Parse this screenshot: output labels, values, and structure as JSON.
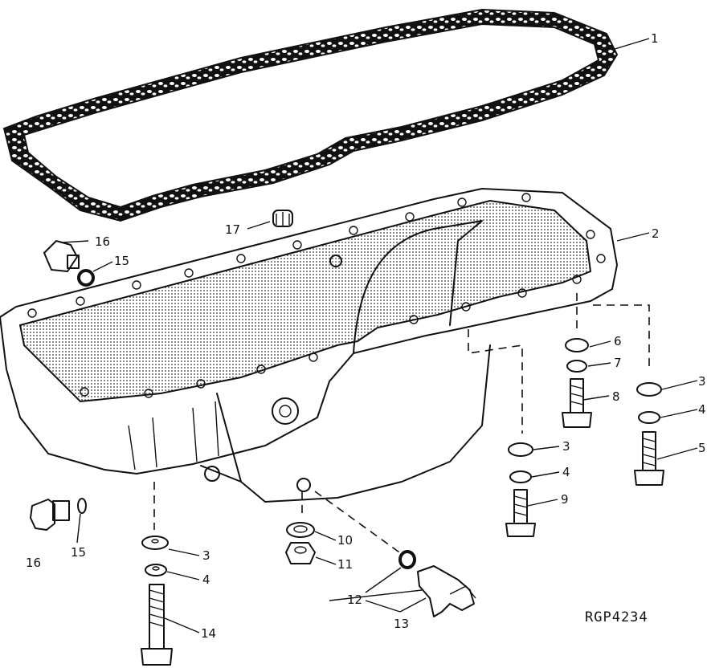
{
  "figure_code": "RGP4234",
  "callouts": {
    "c1": "1",
    "c2": "2",
    "c3a": "3",
    "c3b": "3",
    "c3c": "3",
    "c4a": "4",
    "c4b": "4",
    "c4c": "4",
    "c5": "5",
    "c6": "6",
    "c7": "7",
    "c8": "8",
    "c9": "9",
    "c10": "10",
    "c11": "11",
    "c12": "12",
    "c13": "13",
    "c14": "14",
    "c15a": "15",
    "c15b": "15",
    "c16a": "16",
    "c16b": "16",
    "c17": "17"
  }
}
